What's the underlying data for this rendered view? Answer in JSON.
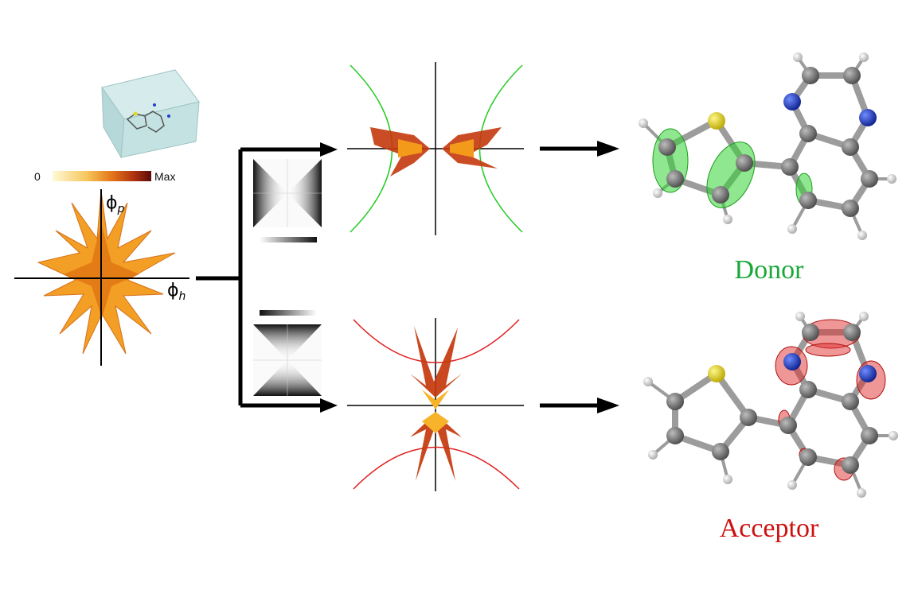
{
  "colorbar": {
    "min_label": "0",
    "max_label": "Max",
    "colors": [
      "#fff9d6",
      "#f6c65a",
      "#e4761a",
      "#b0340f",
      "#5a0a0a"
    ]
  },
  "axes": {
    "y_symbol": "ϕ",
    "y_sub": "p",
    "x_symbol": "ϕ",
    "x_sub": "h"
  },
  "outputs": [
    {
      "label": "Donor",
      "color": "#1aa83a",
      "orbital_color": "#33d633",
      "curve_color": "#22cc22"
    },
    {
      "label": "Acceptor",
      "color": "#cc1111",
      "orbital_color": "#e03030",
      "curve_color": "#e02020"
    }
  ],
  "colors": {
    "star": "#f39a1b",
    "star_dark": "#d26a0e",
    "arrow": "#000000",
    "atom_c": "#6f6f6f",
    "atom_s": "#e8d820",
    "atom_n": "#1f3fcf",
    "atom_h": "#e8e8e8",
    "bond": "#9c9c9c",
    "box": "#b8dcdc"
  }
}
